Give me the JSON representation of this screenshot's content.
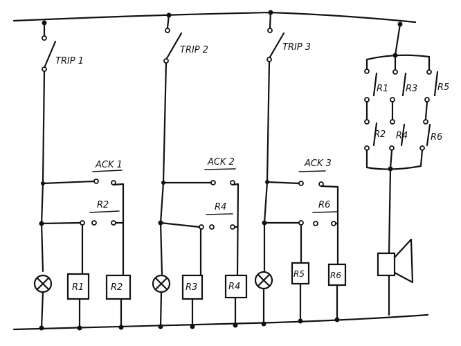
{
  "diagram": {
    "trip_switches": [
      "TRIP 1",
      "TRIP 2",
      "TRIP 3"
    ],
    "ack_contacts": [
      "ACK 1",
      "ACK 2",
      "ACK 3"
    ],
    "relay_contacts": [
      "R2",
      "R4",
      "R6"
    ],
    "relay_coils": [
      {
        "a": "R1",
        "b": "R2"
      },
      {
        "a": "R3",
        "b": "R4"
      },
      {
        "a": "R5",
        "b": "R6"
      }
    ],
    "horn_contacts": {
      "upper": [
        "R1",
        "R3",
        "R5"
      ],
      "lower": [
        "R2",
        "R4",
        "R6"
      ]
    }
  }
}
